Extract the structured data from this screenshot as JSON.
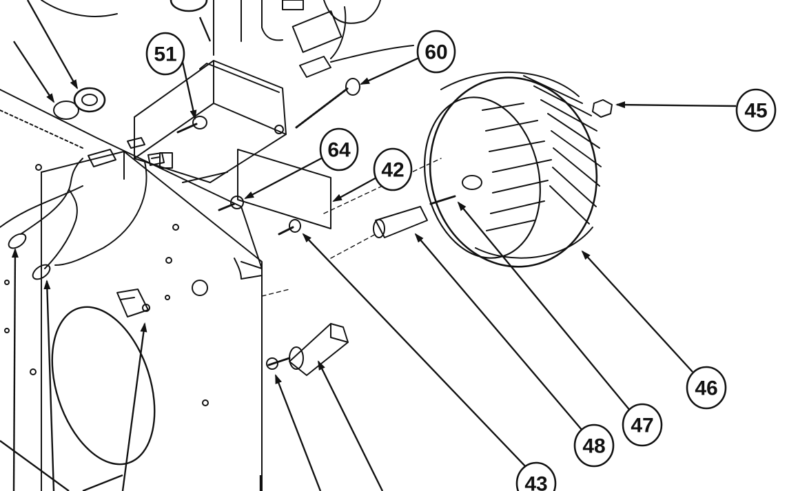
{
  "diagram": {
    "colors": {
      "ink": "#111111",
      "paper": "#ffffff"
    },
    "callouts": [
      {
        "id": "c51",
        "label": "51",
        "part": "screw"
      },
      {
        "id": "c60",
        "label": "60",
        "part": "screw"
      },
      {
        "id": "c64",
        "label": "64",
        "part": "screw"
      },
      {
        "id": "c42",
        "label": "42",
        "part": "insulator"
      },
      {
        "id": "c45",
        "label": "45",
        "part": "nut"
      },
      {
        "id": "c46",
        "label": "46",
        "part": "blower-wheel"
      },
      {
        "id": "c47",
        "label": "47",
        "part": "setscrew"
      },
      {
        "id": "c48",
        "label": "48",
        "part": "sleeve"
      },
      {
        "id": "c43",
        "label": "43",
        "part": "screw"
      }
    ]
  }
}
